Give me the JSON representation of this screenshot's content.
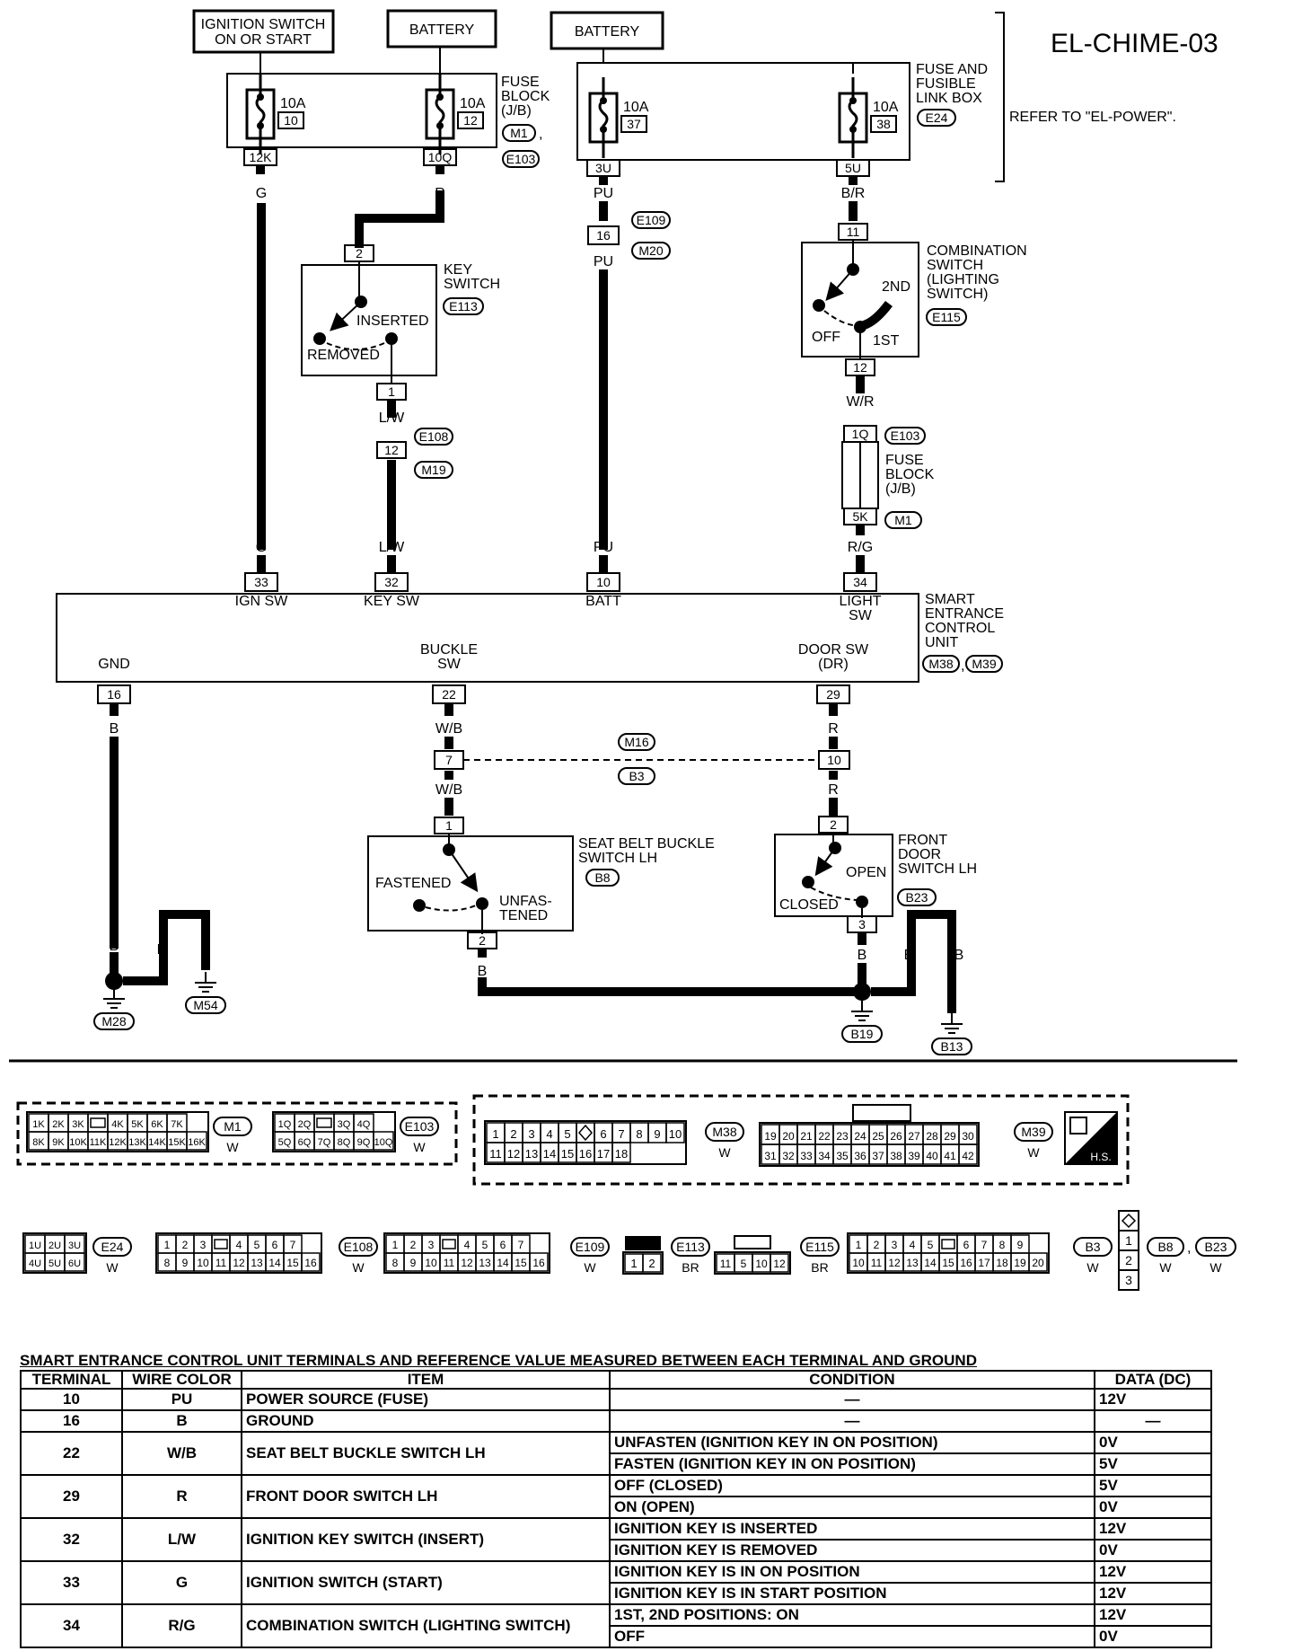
{
  "diagram": {
    "title": "EL-CHIME-03",
    "sources": {
      "ign_switch": "IGNITION SWITCH\nON OR START",
      "battery1": "BATTERY",
      "battery2": "BATTERY"
    },
    "fuse_block": {
      "label": "FUSE\nBLOCK\n(J/B)",
      "conns": [
        "M1",
        "E103"
      ]
    },
    "fuse_box": {
      "label": "FUSE AND\nFUSIBLE\nLINK BOX",
      "conn": "E24",
      "note": "REFER TO \"EL-POWER\"."
    },
    "fuses": [
      {
        "amp": "10A",
        "num": "10",
        "term": "12K"
      },
      {
        "amp": "10A",
        "num": "12",
        "term": "10Q"
      },
      {
        "amp": "10A",
        "num": "37",
        "term": "3U"
      },
      {
        "amp": "10A",
        "num": "38",
        "term": "5U"
      }
    ],
    "wires": {
      "g": "G",
      "r": "R",
      "pu": "PU",
      "br": "B/R",
      "lw": "L/W",
      "wr": "W/R",
      "rg": "R/G",
      "b": "B",
      "wb": "W/B"
    },
    "key_switch": {
      "label": "KEY\nSWITCH",
      "conn": "E113",
      "inserted": "INSERTED",
      "removed": "REMOVED",
      "t_in": "2",
      "t_out": "1"
    },
    "comb_switch": {
      "label": "COMBINATION\nSWITCH\n(LIGHTING\nSWITCH)",
      "conn": "E115",
      "pos2": "2ND",
      "pos1": "1ST",
      "off": "OFF",
      "t_in": "11",
      "t_out": "12"
    },
    "connectors": {
      "e109": "E109",
      "m20": "M20",
      "j16": "16",
      "e108": "E108",
      "m19": "M19",
      "j12": "12",
      "e103": "E103",
      "m1": "M1",
      "j1q": "1Q",
      "j5k": "5K",
      "m16": "M16",
      "b3": "B3",
      "j7": "7",
      "j10": "10"
    },
    "fuse_block2": "FUSE\nBLOCK\n(J/B)",
    "unit": {
      "label": "SMART\nENTRANCE\nCONTROL\nUNIT",
      "conns": [
        "M38",
        "M39"
      ],
      "terms": [
        {
          "num": "33",
          "name": "IGN SW"
        },
        {
          "num": "32",
          "name": "KEY SW"
        },
        {
          "num": "10",
          "name": "BATT"
        },
        {
          "num": "34",
          "name": "LIGHT\nSW"
        },
        {
          "num": "16",
          "name": "GND"
        },
        {
          "num": "22",
          "name": "BUCKLE\nSW"
        },
        {
          "num": "29",
          "name": "DOOR SW\n(DR)"
        }
      ]
    },
    "buckle_switch": {
      "label": "SEAT BELT BUCKLE\nSWITCH LH",
      "conn": "B8",
      "fastened": "FASTENED",
      "unfastened": "UNFAS-\nTENED",
      "t_in": "1",
      "t_out": "2"
    },
    "door_switch": {
      "label": "FRONT\nDOOR\nSWITCH LH",
      "conn": "B23",
      "open": "OPEN",
      "closed": "CLOSED",
      "t_in": "2",
      "t_out": "3"
    },
    "grounds": [
      "M28",
      "M54",
      "B19",
      "B13"
    ],
    "connector_views": {
      "m1": {
        "top": [
          "1K",
          "2K",
          "3K",
          "",
          "4K",
          "5K",
          "6K",
          "7K"
        ],
        "bottom": [
          "8K",
          "9K",
          "10K",
          "11K",
          "12K",
          "13K",
          "14K",
          "15K",
          "16K"
        ],
        "id": "M1",
        "color": "W"
      },
      "e103": {
        "top": [
          "1Q",
          "2Q",
          "",
          "3Q",
          "4Q"
        ],
        "bottom": [
          "5Q",
          "6Q",
          "7Q",
          "8Q",
          "9Q",
          "10Q"
        ],
        "id": "E103",
        "color": "W"
      },
      "m38": {
        "top": [
          "1",
          "2",
          "3",
          "4",
          "5",
          "",
          "6",
          "7",
          "8",
          "9",
          "10"
        ],
        "bottom": [
          "11",
          "12",
          "13",
          "14",
          "15",
          "16",
          "17",
          "18"
        ],
        "id": "M38",
        "color": "W"
      },
      "m39": {
        "top": [
          "19",
          "20",
          "21",
          "22",
          "23",
          "24",
          "25",
          "26",
          "27",
          "28",
          "29",
          "30"
        ],
        "bottom": [
          "31",
          "32",
          "33",
          "34",
          "35",
          "36",
          "37",
          "38",
          "39",
          "40",
          "41",
          "42"
        ],
        "id": "M39",
        "color": "W"
      },
      "hs": "H.S.",
      "e24": {
        "top": [
          "1U",
          "2U",
          "3U"
        ],
        "bottom": [
          "4U",
          "5U",
          "6U"
        ],
        "id": "E24",
        "color": "W"
      },
      "e108": {
        "top": [
          "1",
          "2",
          "3",
          "",
          "4",
          "5",
          "6",
          "7"
        ],
        "bottom": [
          "8",
          "9",
          "10",
          "11",
          "12",
          "13",
          "14",
          "15",
          "16"
        ],
        "id": "E108",
        "color": "W"
      },
      "e109": {
        "top": [
          "1",
          "2",
          "3",
          "",
          "4",
          "5",
          "6",
          "7"
        ],
        "bottom": [
          "8",
          "9",
          "10",
          "11",
          "12",
          "13",
          "14",
          "15",
          "16"
        ],
        "id": "E109",
        "color": "W"
      },
      "e113": {
        "bottom": [
          "1",
          "2"
        ],
        "id": "E113",
        "color": "BR"
      },
      "e115": {
        "bottom": [
          "11",
          "5",
          "10",
          "12"
        ],
        "id": "E115",
        "color": "BR"
      },
      "b3": {
        "top": [
          "1",
          "2",
          "3",
          "4",
          "5",
          "",
          "6",
          "7",
          "8",
          "9"
        ],
        "bottom": [
          "10",
          "11",
          "12",
          "13",
          "14",
          "15",
          "16",
          "17",
          "18",
          "19",
          "20"
        ],
        "id": "B3",
        "color": "W"
      },
      "b8": {
        "pins": [
          "1",
          "2",
          "3"
        ],
        "ids": [
          "B8",
          "B23"
        ],
        "color": "W"
      }
    }
  },
  "table": {
    "title": "SMART ENTRANCE CONTROL UNIT TERMINALS AND REFERENCE VALUE MEASURED BETWEEN EACH TERMINAL AND GROUND",
    "headers": [
      "TERMINAL",
      "WIRE COLOR",
      "ITEM",
      "CONDITION",
      "DATA (DC)"
    ],
    "rows": [
      {
        "terminal": "10",
        "color": "PU",
        "item": "POWER SOURCE (FUSE)",
        "conds": [
          {
            "c": "—",
            "d": "12V"
          }
        ]
      },
      {
        "terminal": "16",
        "color": "B",
        "item": "GROUND",
        "conds": [
          {
            "c": "—",
            "d": "—"
          }
        ]
      },
      {
        "terminal": "22",
        "color": "W/B",
        "item": "SEAT BELT BUCKLE SWITCH LH",
        "conds": [
          {
            "c": "UNFASTEN (IGNITION KEY IN ON POSITION)",
            "d": "0V"
          },
          {
            "c": "FASTEN (IGNITION KEY IN ON POSITION)",
            "d": "5V"
          }
        ]
      },
      {
        "terminal": "29",
        "color": "R",
        "item": "FRONT DOOR SWITCH LH",
        "conds": [
          {
            "c": "OFF (CLOSED)",
            "d": "5V"
          },
          {
            "c": "ON (OPEN)",
            "d": "0V"
          }
        ]
      },
      {
        "terminal": "32",
        "color": "L/W",
        "item": "IGNITION KEY SWITCH (INSERT)",
        "conds": [
          {
            "c": "IGNITION KEY IS INSERTED",
            "d": "12V"
          },
          {
            "c": "IGNITION KEY IS REMOVED",
            "d": "0V"
          }
        ]
      },
      {
        "terminal": "33",
        "color": "G",
        "item": "IGNITION SWITCH (START)",
        "conds": [
          {
            "c": "IGNITION KEY IS IN ON POSITION",
            "d": "12V"
          },
          {
            "c": "IGNITION KEY IS IN START POSITION",
            "d": "12V"
          }
        ]
      },
      {
        "terminal": "34",
        "color": "R/G",
        "item": "COMBINATION SWITCH (LIGHTING SWITCH)",
        "conds": [
          {
            "c": "1ST, 2ND POSITIONS: ON",
            "d": "12V"
          },
          {
            "c": "OFF",
            "d": "0V"
          }
        ]
      }
    ]
  }
}
